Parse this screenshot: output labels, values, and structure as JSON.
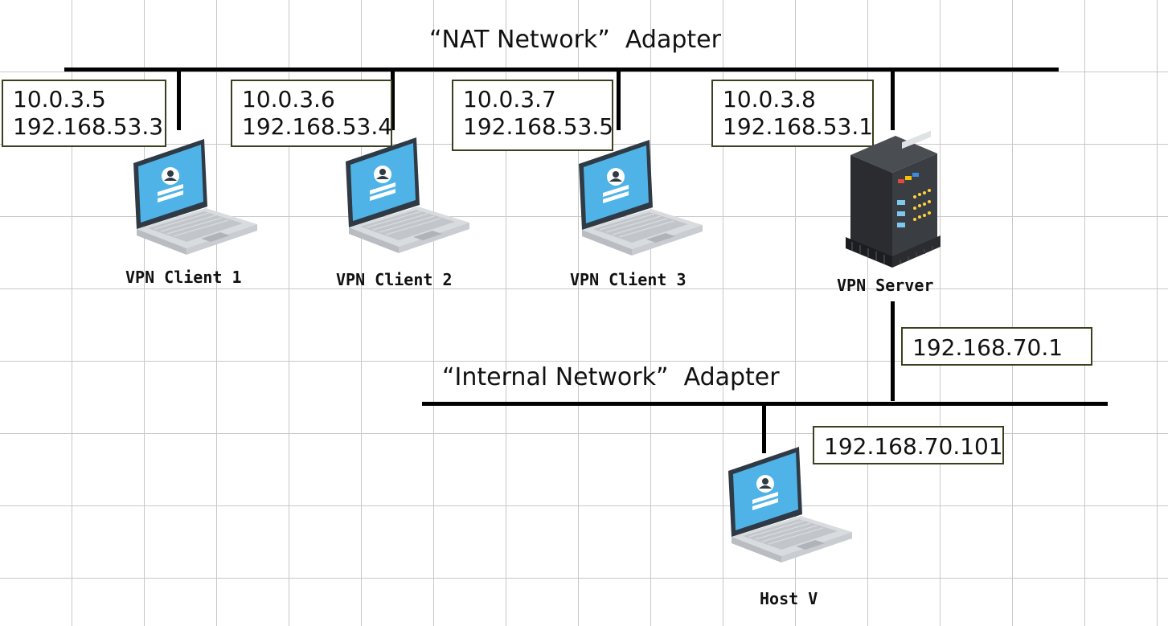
{
  "nat_adapter": {
    "title": "“NAT Network”  Adapter"
  },
  "internal_adapter": {
    "title": "“Internal Network”  Adapter"
  },
  "nodes": {
    "client1": {
      "label": "VPN Client 1",
      "ip_lines": [
        "10.0.3.5",
        "192.168.53.3"
      ]
    },
    "client2": {
      "label": "VPN Client 2",
      "ip_lines": [
        "10.0.3.6",
        "192.168.53.4"
      ]
    },
    "client3": {
      "label": "VPN Client 3",
      "ip_lines": [
        "10.0.3.7",
        "192.168.53.5"
      ]
    },
    "server": {
      "label": "VPN Server",
      "ip_lines": [
        "10.0.3.8",
        "192.168.53.1"
      ],
      "internal_ip": "192.168.70.1"
    },
    "hostv": {
      "label": "Host V",
      "ip_lines": [
        "192.168.70.101"
      ]
    }
  },
  "colors": {
    "screen": "#4fb3e8",
    "laptop_body": "#e6e8ea",
    "server_body": "#2d2f33",
    "box_border": "#3a3f1e"
  },
  "icons": [
    "laptop-icon",
    "server-icon"
  ]
}
